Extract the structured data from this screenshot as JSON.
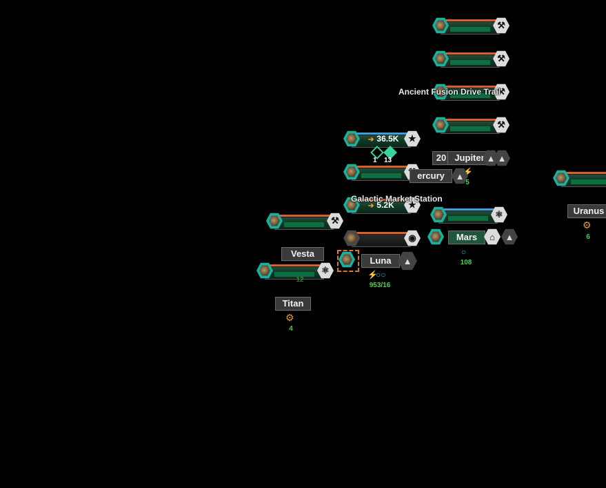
{
  "labels": {
    "ancient_fusion": "Ancient Fusion Drive Trail",
    "galactic_market": "Galactic Market Station"
  },
  "fleet_values": {
    "top_value": "36.5K",
    "mid_value": "5.2K"
  },
  "fleet_counts": {
    "diamond_a": "1",
    "diamond_b": "13"
  },
  "planets": {
    "jupiter": {
      "name": "Jupiter",
      "value": "5",
      "prefix": "20"
    },
    "mercury": {
      "name": "ercury"
    },
    "uranus": {
      "name": "Uranus",
      "value": "6"
    },
    "mars": {
      "name": "Mars",
      "value": "108"
    },
    "luna": {
      "name": "Luna",
      "value": "953/16"
    },
    "vesta": {
      "name": "Vesta",
      "value": "12"
    },
    "titan": {
      "name": "Titan",
      "value": "4"
    }
  },
  "icons": [
    "hammer-icon",
    "star-rank-icon",
    "atom-icon",
    "eye-icon",
    "mountain-icon",
    "ring-icon",
    "gear-icon",
    "energy-icon"
  ],
  "colors": {
    "bar_fill": "#0e7a48",
    "accent_orange": "#d6622a",
    "accent_teal": "#17b2a0",
    "value_green": "#4cd04c"
  }
}
